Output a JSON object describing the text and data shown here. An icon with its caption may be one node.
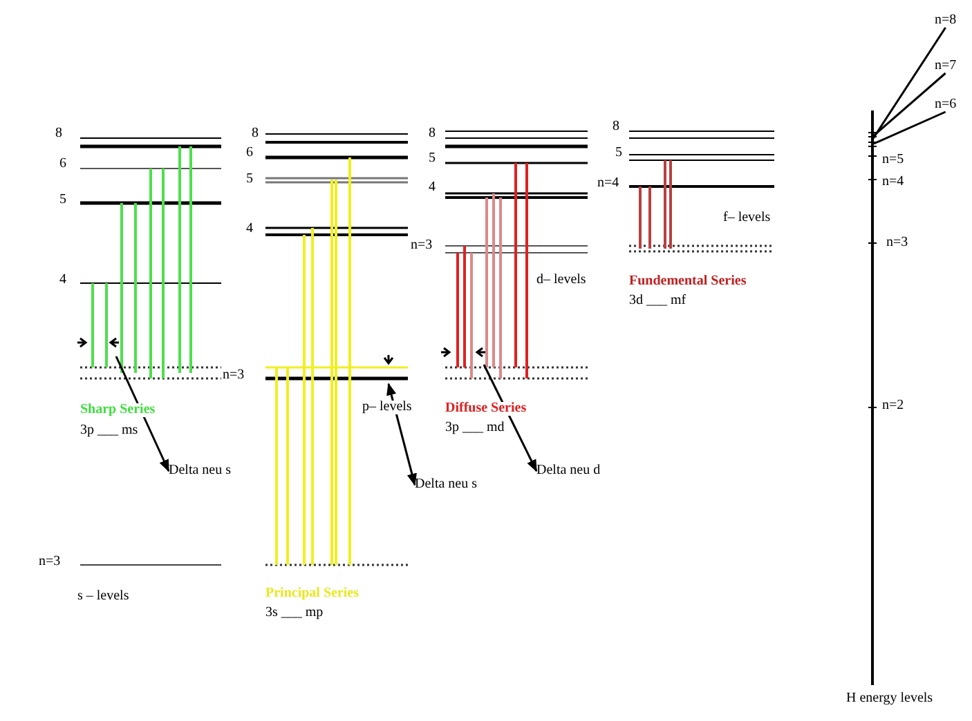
{
  "diagram": {
    "nodes": [
      {
        "text": [
          "Delta neu s"
        ]
      },
      {
        "text": [
          "Delta neu s"
        ]
      },
      {
        "text": [
          "Delta neu d"
        ]
      },
      {
        "text": [
          "n=8"
        ]
      },
      {
        "text": [
          "n=7"
        ]
      },
      {
        "text": [
          "n=6"
        ]
      }
    ],
    "edges": [
      {
        "from": null,
        "to": 0,
        "arrow": "to"
      },
      {
        "from": null,
        "to": 1,
        "arrow": "both"
      },
      {
        "from": null,
        "to": 2,
        "arrow": "to"
      },
      {
        "from": 3,
        "to": null,
        "arrow": "none"
      },
      {
        "from": 4,
        "to": null,
        "arrow": "none"
      },
      {
        "from": 5,
        "to": null,
        "arrow": "none"
      }
    ],
    "labels": [
      "8",
      "6",
      "5",
      "4",
      "8",
      "6",
      "5",
      "4",
      "8",
      "5",
      "4",
      "n=3",
      "8",
      "5",
      "n=4",
      "f– levels",
      "d– levels",
      "Fundemental Series",
      "3d ___ mf",
      "n=3",
      "Sharp Series",
      "3p ___ ms",
      "p– levels",
      "Diffuse Series",
      "3p ___ md",
      "n=3",
      "s – levels",
      "Principal Series",
      "3s ___ mp",
      "n=5",
      "n=4",
      "n=3",
      "n=2",
      "H energy levels"
    ]
  }
}
